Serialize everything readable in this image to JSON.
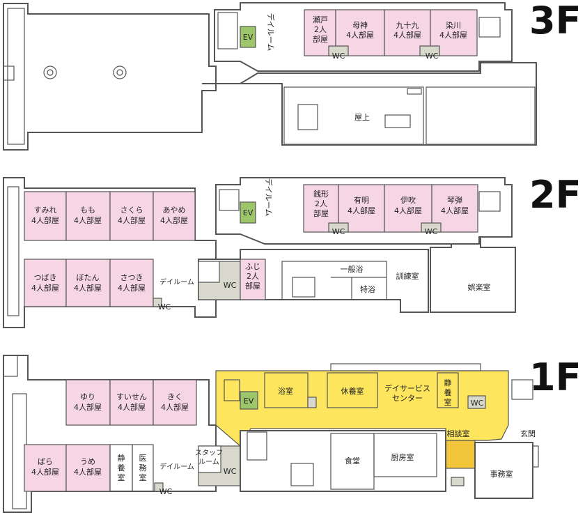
{
  "colors": {
    "room_pink": "#f6d6e4",
    "wc_gray": "#d8d8cc",
    "ev_green": "#9dc66a",
    "service_yellow": "#fde55e",
    "service_orange": "#f3c53a",
    "wall": "#555555"
  },
  "floors": {
    "f3": {
      "label": "3F",
      "ev": "EV",
      "dayroom": "デイルーム",
      "rooms": [
        {
          "lines": [
            "瀬戸",
            "2人",
            "部屋"
          ]
        },
        {
          "lines": [
            "母神",
            "4人部屋"
          ]
        },
        {
          "lines": [
            "九十九",
            "4人部屋"
          ]
        },
        {
          "lines": [
            "染川",
            "4人部屋"
          ]
        }
      ],
      "wc": [
        "WC",
        "WC"
      ],
      "rooftop": "屋上"
    },
    "f2": {
      "label": "2F",
      "ev": "EV",
      "dayroom_vertical": "デイルーム",
      "rooms_top_right": [
        {
          "lines": [
            "銭形",
            "2人",
            "部屋"
          ]
        },
        {
          "lines": [
            "有明",
            "4人部屋"
          ]
        },
        {
          "lines": [
            "伊吹",
            "4人部屋"
          ]
        },
        {
          "lines": [
            "琴弾",
            "4人部屋"
          ]
        }
      ],
      "wc_top": [
        "WC",
        "WC"
      ],
      "rooms_left_top": [
        {
          "lines": [
            "すみれ",
            "4人部屋"
          ]
        },
        {
          "lines": [
            "もも",
            "4人部屋"
          ]
        },
        {
          "lines": [
            "さくら",
            "4人部屋"
          ]
        },
        {
          "lines": [
            "あやめ",
            "4人部屋"
          ]
        }
      ],
      "rooms_left_bottom": [
        {
          "lines": [
            "つばき",
            "4人部屋"
          ]
        },
        {
          "lines": [
            "ぼたん",
            "4人部屋"
          ]
        },
        {
          "lines": [
            "さつき",
            "4人部屋"
          ]
        }
      ],
      "dayroom_left": "デイルーム",
      "wc_left": "WC",
      "wc_mid": "WC",
      "fuji": {
        "lines": [
          "ふじ",
          "2人",
          "部屋"
        ]
      },
      "general_bath": "一般浴",
      "special_bath": "特浴",
      "training": "訓練室",
      "recreation": "娯楽室"
    },
    "f1": {
      "label": "1F",
      "ev": "EV",
      "bath": "浴室",
      "rest_room": "休養室",
      "day_service": [
        "デイサービス",
        "センター"
      ],
      "quiet_right": [
        "静",
        "養",
        "室"
      ],
      "wc_right": "WC",
      "consult": "相談室",
      "entrance": "玄関",
      "office": "事務室",
      "dining": "食堂",
      "kitchen": "厨房室",
      "rooms_top": [
        {
          "lines": [
            "ゆり",
            "4人部屋"
          ]
        },
        {
          "lines": [
            "すいせん",
            "4人部屋"
          ]
        },
        {
          "lines": [
            "きく",
            "4人部屋"
          ]
        }
      ],
      "rooms_bottom": [
        {
          "lines": [
            "ばら",
            "4人部屋"
          ]
        },
        {
          "lines": [
            "うめ",
            "4人部屋"
          ]
        }
      ],
      "quiet_left": [
        "静",
        "養",
        "室"
      ],
      "medical": [
        "医",
        "務",
        "室"
      ],
      "dayroom": "デイルーム",
      "staff_room": [
        "スタッフ",
        "ルーム"
      ],
      "wc_staff": "WC",
      "wc_left": "WC"
    }
  }
}
